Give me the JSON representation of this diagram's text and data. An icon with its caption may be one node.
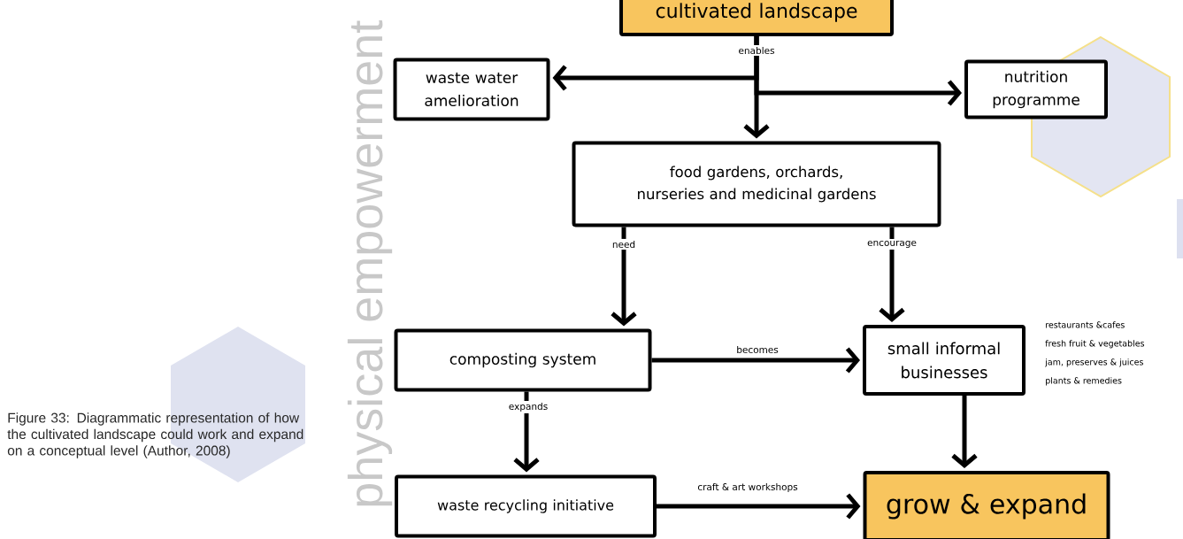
{
  "diagram": {
    "caption": "Figure 33: Diagrammatic representation of how the cultivated landscape could work and expand on a conceptual level (Author, 2008)",
    "nodes": [
      {
        "text": [
          "cultivated landscape"
        ]
      },
      {
        "text": [
          "waste water amelioration"
        ]
      },
      {
        "text": [
          "nutrition programme"
        ]
      },
      {
        "text": [
          "food gardens, orchards, nurseries and medicinal gardens"
        ]
      },
      {
        "text": [
          "composting system"
        ]
      },
      {
        "text": [
          "small informal businesses"
        ],
        "beside": [
          "restaurants &cafes",
          "fresh fruit & vegetables",
          "jam, preserves & juices",
          "plants & remedies"
        ]
      },
      {
        "text": [
          "waste recycling initiative"
        ]
      },
      {
        "text": [
          "grow & expand"
        ]
      }
    ],
    "edges": [
      {
        "from": 0,
        "to": 1,
        "arrow": "to"
      },
      {
        "from": 0,
        "to": 2,
        "arrow": "to"
      },
      {
        "from": 0,
        "to": 3,
        "arrow": "to",
        "label": "enables"
      },
      {
        "from": 3,
        "to": 4,
        "arrow": "to",
        "label": "need"
      },
      {
        "from": 3,
        "to": 5,
        "arrow": "to",
        "label": "encourage"
      },
      {
        "from": 4,
        "to": 5,
        "arrow": "to",
        "label": "becomes"
      },
      {
        "from": 4,
        "to": 6,
        "arrow": "to",
        "label": "expands"
      },
      {
        "from": 5,
        "to": 7,
        "arrow": "to"
      },
      {
        "from": 6,
        "to": 7,
        "arrow": "to",
        "label": "craft & art workshops"
      }
    ],
    "labels": [
      "physical empowerment"
    ]
  }
}
